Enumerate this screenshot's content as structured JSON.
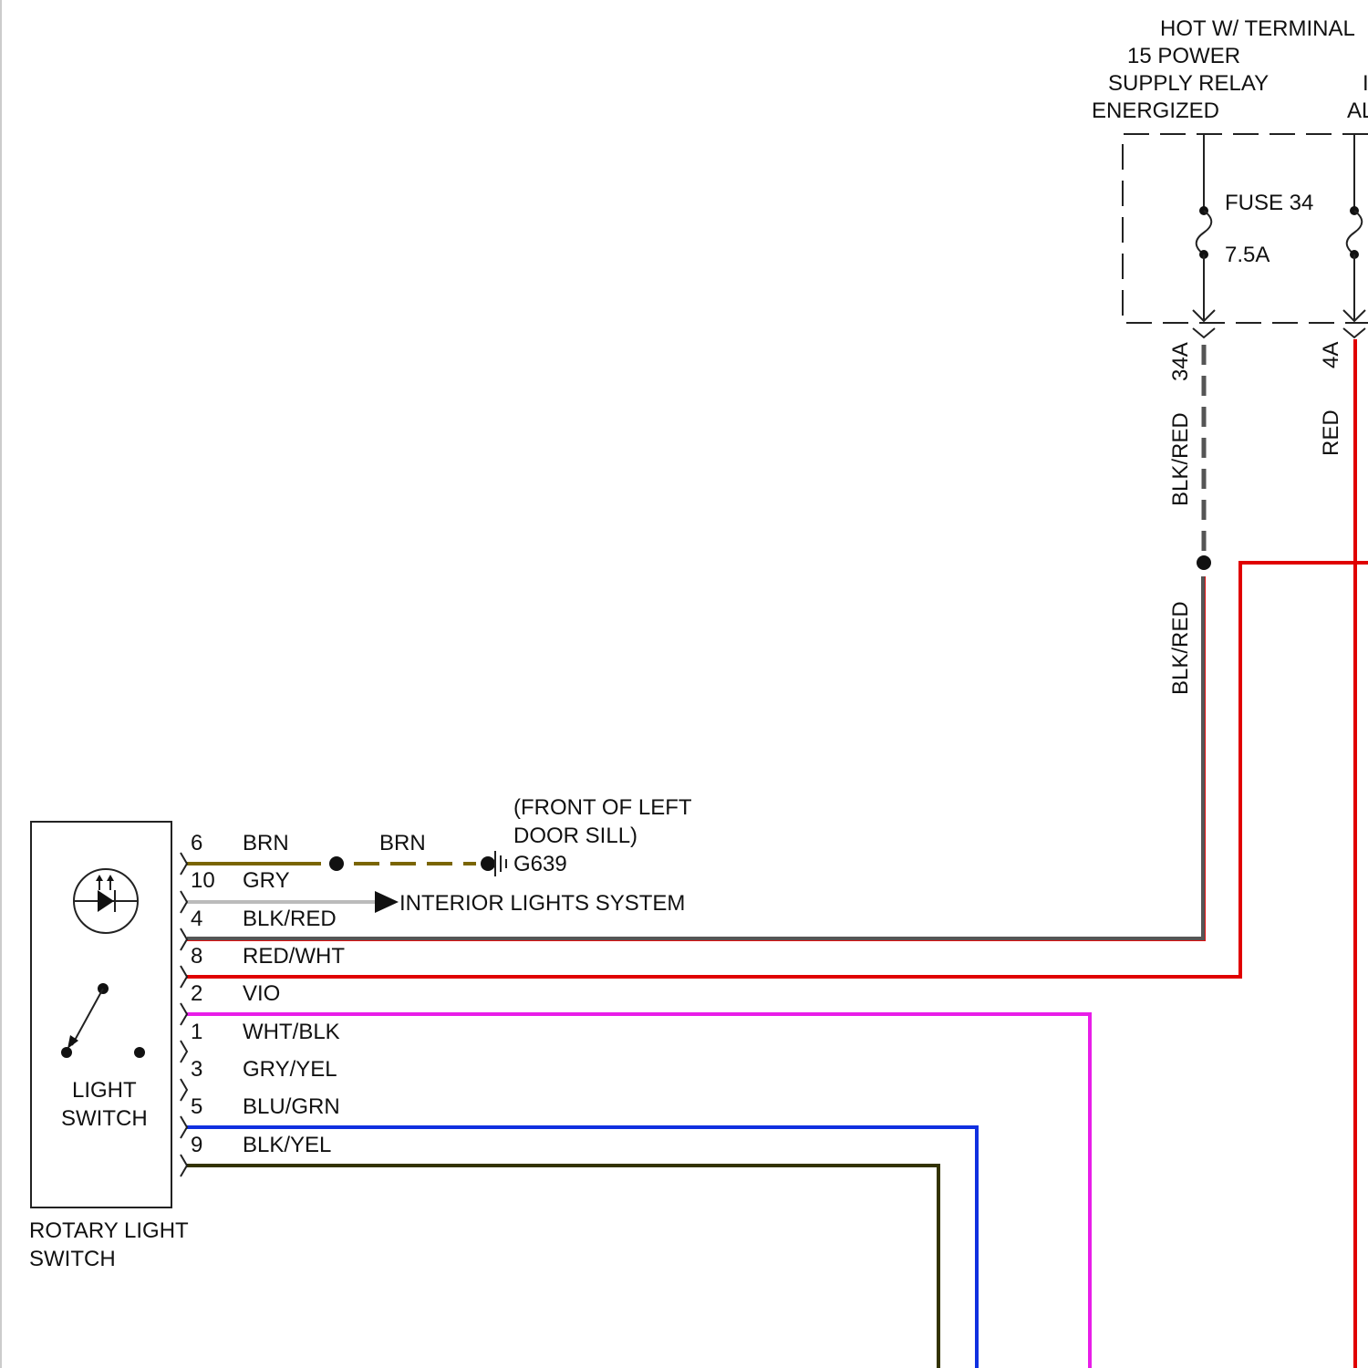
{
  "power": {
    "hot_label_lines": [
      "HOT W/ TERMINAL",
      "15 POWER",
      "SUPPLY RELAY",
      "ENERGIZED"
    ],
    "partial_label_lines": [
      "I",
      "AL"
    ],
    "fuse_34": {
      "name": "FUSE 34",
      "rating": "7.5A",
      "terminal": "34A",
      "wire_color": "BLK/RED"
    },
    "fuse_4": {
      "terminal": "4A",
      "wire_color": "RED"
    },
    "splice_wire_color": "BLK/RED"
  },
  "ground": {
    "location_lines": [
      "(FRONT OF LEFT",
      "DOOR SILL)"
    ],
    "id": "G639",
    "wire_color": "BRN"
  },
  "interior_lights_label": "INTERIOR LIGHTS SYSTEM",
  "switch": {
    "inner_label_lines": [
      "LIGHT",
      "SWITCH"
    ],
    "component_label_lines": [
      "ROTARY LIGHT",
      "SWITCH"
    ],
    "pins": [
      {
        "pin": "6",
        "color": "BRN"
      },
      {
        "pin": "10",
        "color": "GRY"
      },
      {
        "pin": "4",
        "color": "BLK/RED"
      },
      {
        "pin": "8",
        "color": "RED/WHT"
      },
      {
        "pin": "2",
        "color": "VIO"
      },
      {
        "pin": "1",
        "color": "WHT/BLK"
      },
      {
        "pin": "3",
        "color": "GRY/YEL"
      },
      {
        "pin": "5",
        "color": "BLU/GRN"
      },
      {
        "pin": "9",
        "color": "BLK/YEL"
      }
    ]
  },
  "colors": {
    "brn": "#7a6500",
    "gry": "#bbbbbb",
    "blk_red_outer": "#e01010",
    "blk_red_inner": "#555555",
    "red": "#e00000",
    "vio": "#e81ee8",
    "wht_blk_outer": "#aaaaaa",
    "wht_blk_inner": "#ffffff",
    "gry_yel_outer": "#cccc44",
    "gry_yel_inner": "#ffffff",
    "blu_grn_outer": "#0a2aa8",
    "blu_grn_inner": "#1030e0",
    "blk_yel_outer": "#e8e800",
    "blk_yel_inner": "#333300"
  }
}
